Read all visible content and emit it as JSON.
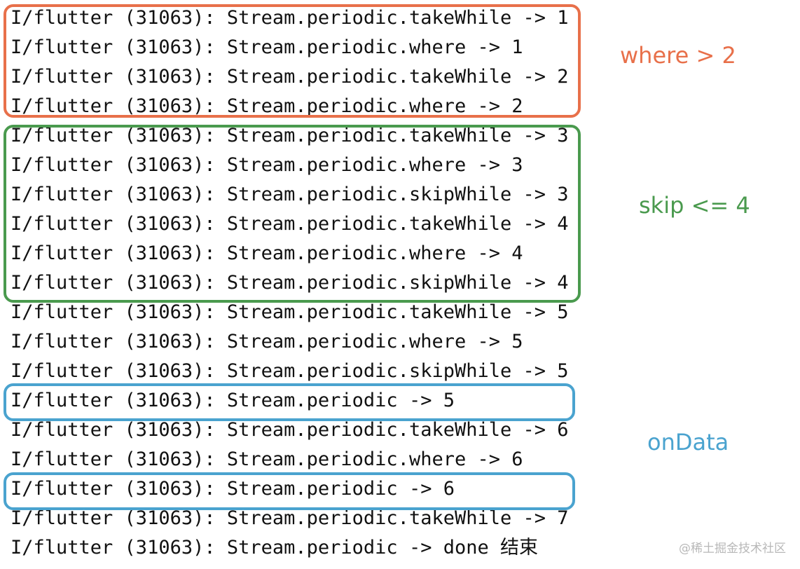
{
  "log_lines": [
    "I/flutter (31063): Stream.periodic.takeWhile -> 1",
    "I/flutter (31063): Stream.periodic.where -> 1",
    "I/flutter (31063): Stream.periodic.takeWhile -> 2",
    "I/flutter (31063): Stream.periodic.where -> 2",
    "I/flutter (31063): Stream.periodic.takeWhile -> 3",
    "I/flutter (31063): Stream.periodic.where -> 3",
    "I/flutter (31063): Stream.periodic.skipWhile -> 3",
    "I/flutter (31063): Stream.periodic.takeWhile -> 4",
    "I/flutter (31063): Stream.periodic.where -> 4",
    "I/flutter (31063): Stream.periodic.skipWhile -> 4",
    "I/flutter (31063): Stream.periodic.takeWhile -> 5",
    "I/flutter (31063): Stream.periodic.where -> 5",
    "I/flutter (31063): Stream.periodic.skipWhile -> 5",
    "I/flutter (31063): Stream.periodic -> 5",
    "I/flutter (31063): Stream.periodic.takeWhile -> 6",
    "I/flutter (31063): Stream.periodic.where -> 6",
    "I/flutter (31063): Stream.periodic -> 6",
    "I/flutter (31063): Stream.periodic.takeWhile -> 7",
    "I/flutter (31063): Stream.periodic -> done 结束"
  ],
  "annotations": {
    "where": "where > 2",
    "skip": "skip <= 4",
    "ondata": "onData"
  },
  "watermark": "@稀土掘金技术社区",
  "colors": {
    "where": "#e8704a",
    "skip": "#4a9a4e",
    "ondata": "#4aa3cf",
    "text": "#111111",
    "watermark": "#b8b8b8"
  }
}
